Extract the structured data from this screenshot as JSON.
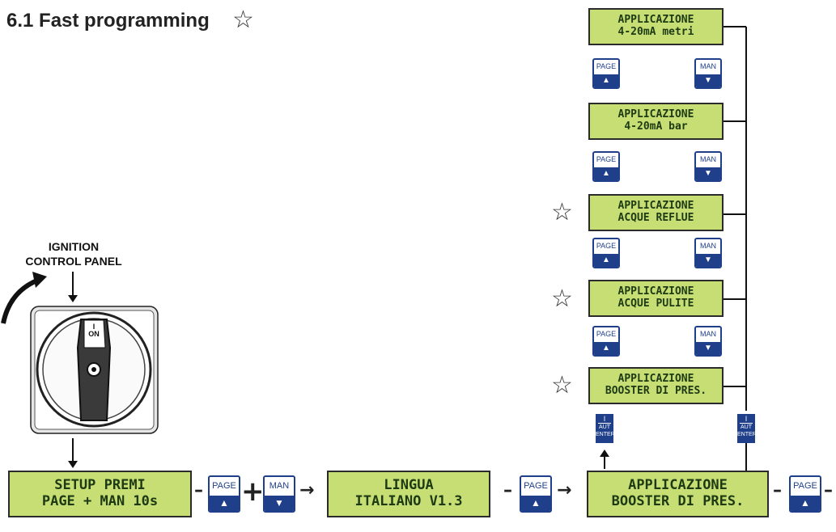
{
  "title": "6.1 Fast programming",
  "title_star_icon": "star-outline-icon",
  "ignition_label": [
    "IGNITION",
    "CONTROL PANEL"
  ],
  "switch": {
    "on_mark": "I",
    "on_label": "ON"
  },
  "bottom_row": {
    "setup_screen": [
      "SETUP PREMI",
      "PAGE + MAN 10s"
    ],
    "lingua_screen": [
      "LINGUA",
      "ITALIANO V1.3"
    ],
    "applicazione_screen": [
      "APPLICAZIONE",
      "BOOSTER DI PRES."
    ],
    "plus": "+",
    "arrow": "→",
    "dash": "–"
  },
  "keys": {
    "page": "PAGE",
    "man": "MAN",
    "up_arrow": "▲",
    "down_arrow": "▼"
  },
  "aut_enter": {
    "mark": "I",
    "aut": "AUT",
    "enter": "ENTER"
  },
  "options": [
    {
      "line1": "APPLICAZIONE",
      "line2": "4-20mA metri",
      "starred": false
    },
    {
      "line1": "APPLICAZIONE",
      "line2": "4-20mA bar",
      "starred": false
    },
    {
      "line1": "APPLICAZIONE",
      "line2": "ACQUE REFLUE",
      "starred": true
    },
    {
      "line1": "APPLICAZIONE",
      "line2": "ACQUE PULITE",
      "starred": true
    },
    {
      "line1": "APPLICAZIONE",
      "line2": "BOOSTER DI PRES.",
      "starred": true
    }
  ],
  "colors": {
    "lcd": "#c7de74",
    "key_blue": "#1f3f8a"
  }
}
